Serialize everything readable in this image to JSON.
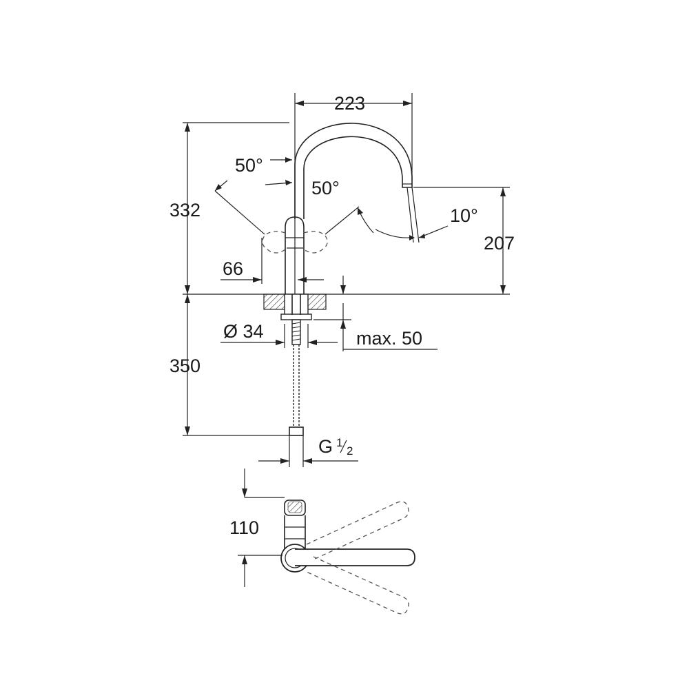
{
  "dimensions": {
    "width_223": "223",
    "height_332": "332",
    "spout_207": "207",
    "angle_50_left": "50°",
    "angle_50_right": "50°",
    "angle_10": "10°",
    "offset_66": "66",
    "diameter_34": "Ø 34",
    "max_50": "max. 50",
    "hose_350": "350",
    "thread_g": "G",
    "thread_num": "1",
    "thread_den": "2",
    "top_110": "110"
  },
  "colors": {
    "line": "#222222",
    "background": "#ffffff"
  }
}
